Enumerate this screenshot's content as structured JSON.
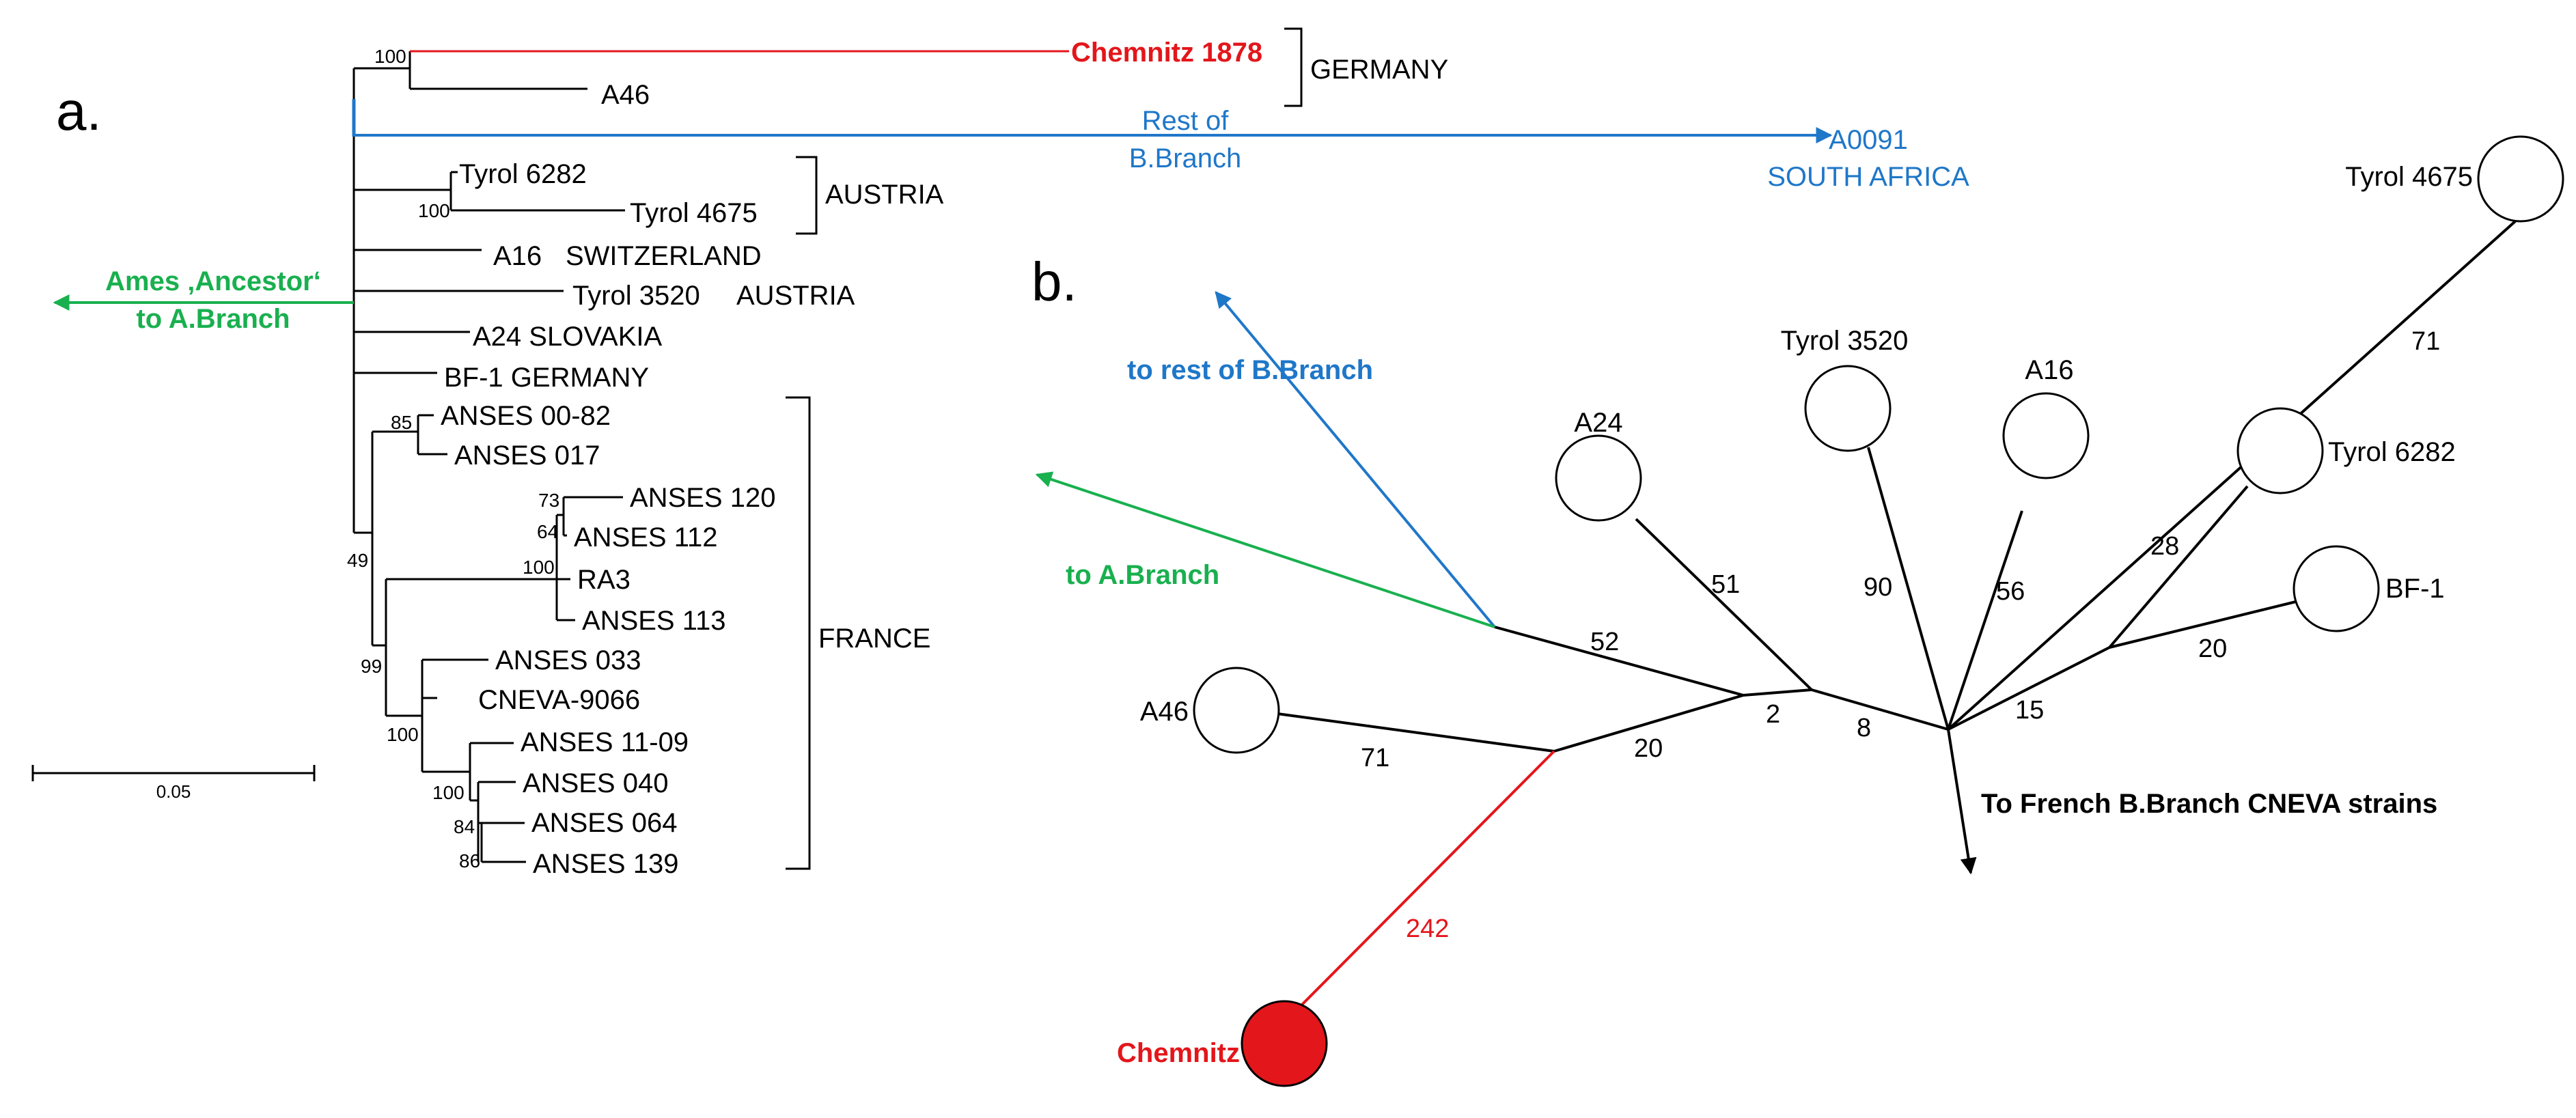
{
  "colors": {
    "red": "#e3161b",
    "blue": "#1f77c8",
    "green": "#19b04f",
    "black": "#000000"
  },
  "panel_a": {
    "label": "a.",
    "taxa": {
      "chemnitz": "Chemnitz 1878",
      "a46": "A46",
      "rest_of": "Rest of",
      "b_branch": "B.Branch",
      "a0091": "A0091",
      "south_africa": "SOUTH AFRICA",
      "tyrol6282": "Tyrol 6282",
      "tyrol4675": "Tyrol 4675",
      "a16": "A16",
      "switzerland": "SWITZERLAND",
      "tyrol3520": "Tyrol 3520",
      "austria2": "AUSTRIA",
      "a24": "A24 SLOVAKIA",
      "bf1": "BF-1 GERMANY",
      "ames_line1": "Ames ‚Ancestor‘",
      "ames_line2": "to A.Branch",
      "anses0082": "ANSES 00-82",
      "anses017": "ANSES 017",
      "anses120": "ANSES 120",
      "anses112": "ANSES 112",
      "ra3": "RA3",
      "anses113": "ANSES 113",
      "anses033": "ANSES 033",
      "cneva9066": "CNEVA-9066",
      "anses1109": "ANSES 11-09",
      "anses040": "ANSES 040",
      "anses064": "ANSES 064",
      "anses139": "ANSES 139"
    },
    "groups": {
      "germany": "GERMANY",
      "austria": "AUSTRIA",
      "france": "FRANCE"
    },
    "support": {
      "s100_chem": "100",
      "s100_tyrol": "100",
      "s85": "85",
      "s73": "73",
      "s64": "64",
      "s100_ra3": "100",
      "s49": "49",
      "s99": "99",
      "s100_fr": "100",
      "s100_b": "100",
      "s84": "84",
      "s86": "86"
    },
    "scale": "0.05"
  },
  "panel_b": {
    "label": "b.",
    "nodes": {
      "tyrol4675": "Tyrol 4675",
      "tyrol3520": "Tyrol 3520",
      "a16": "A16",
      "a24": "A24",
      "tyrol6282": "Tyrol 6282",
      "bf1": "BF-1",
      "a46": "A46",
      "chemnitz": "Chemnitz"
    },
    "arrows": {
      "rest_b": "to rest of  B.Branch",
      "a_branch": "to A.Branch",
      "french": "To French B.Branch CNEVA strains"
    },
    "edges": {
      "e71_top": "71",
      "e28": "28",
      "e20_bf": "20",
      "e15": "15",
      "e56": "56",
      "e90": "90",
      "e8": "8",
      "e2": "2",
      "e51": "51",
      "e52": "52",
      "e20_lower": "20",
      "e71_a46": "71",
      "e242": "242"
    }
  }
}
